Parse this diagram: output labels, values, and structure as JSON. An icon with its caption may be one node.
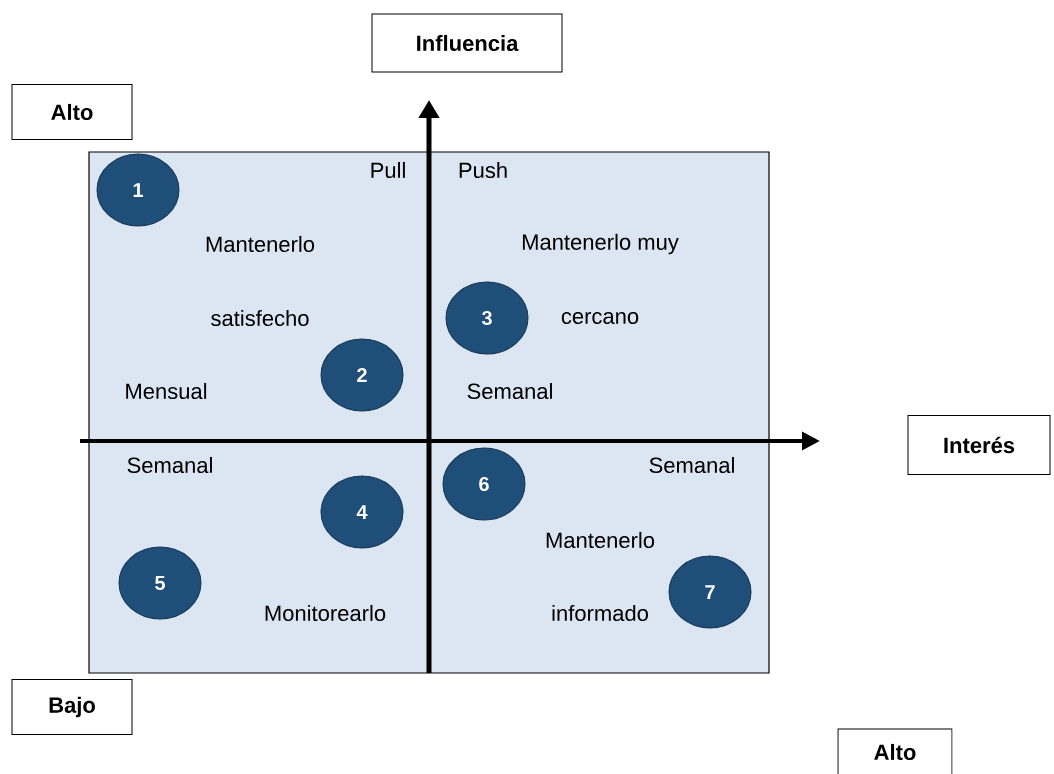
{
  "diagram": {
    "nodes": [
      {
        "text": [
          "Influencia"
        ]
      },
      {
        "text": [
          "Alto"
        ]
      },
      {
        "text": [
          "Interés"
        ]
      },
      {
        "text": [
          "Bajo"
        ]
      },
      {
        "text": [
          "Alto"
        ]
      },
      {
        "text": [],
        "shape": "box"
      },
      {
        "text": [
          "1"
        ],
        "in": 5
      },
      {
        "text": [
          "2"
        ],
        "in": 5
      },
      {
        "text": [
          "3"
        ],
        "in": 5
      },
      {
        "text": [
          "4"
        ],
        "in": 5
      },
      {
        "text": [
          "5"
        ],
        "in": 5
      },
      {
        "text": [
          "6"
        ],
        "in": 5
      },
      {
        "text": [
          "7"
        ],
        "in": 5
      }
    ],
    "labels": [
      "Pull",
      "Push",
      "Mantenerlo",
      "Mantenerlo muy",
      "satisfecho",
      "cercano",
      "Mensual",
      "Semanal",
      "Semanal",
      "Semanal",
      "Mantenerlo",
      "Monitorearlo",
      "informado"
    ]
  }
}
